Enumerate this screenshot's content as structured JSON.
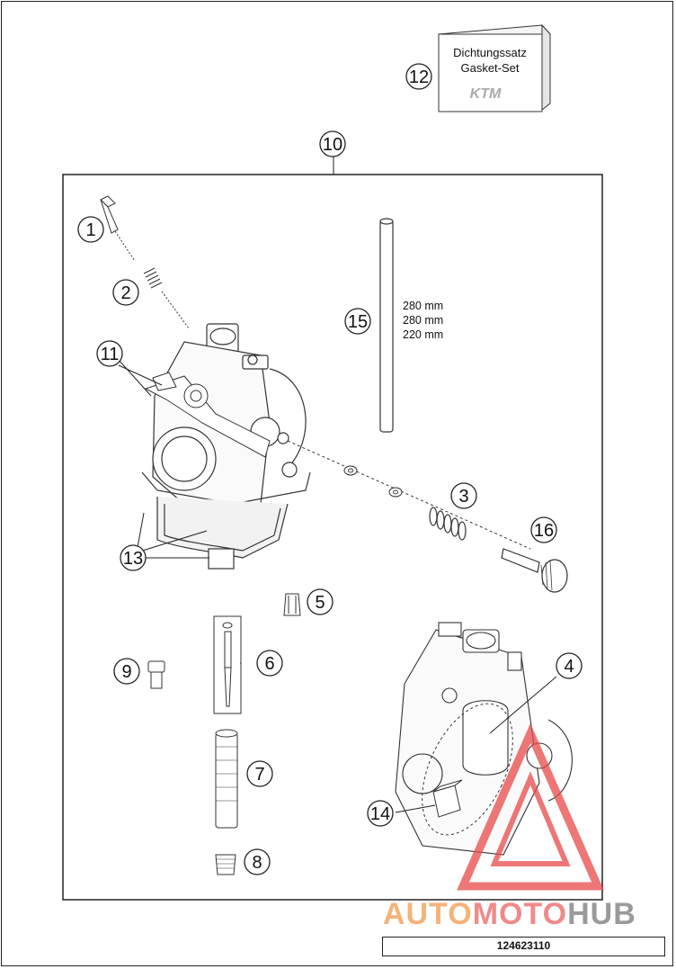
{
  "callouts": {
    "c1": "1",
    "c2": "2",
    "c3": "3",
    "c4": "4",
    "c5": "5",
    "c6": "6",
    "c7": "7",
    "c8": "8",
    "c9": "9",
    "c10": "10",
    "c11": "11",
    "c12": "12",
    "c13": "13",
    "c14": "14",
    "c15": "15",
    "c16": "16"
  },
  "gasket_box": {
    "line1": "Dichtungssatz",
    "line2": "Gasket-Set",
    "logo": "KTM"
  },
  "hose_lengths": [
    "280 mm",
    "280 mm",
    "220 mm"
  ],
  "watermark": {
    "part1": "AUTO",
    "part2": "MOTO",
    "part3": "HUB",
    "colors": {
      "auto": "#f5b27a",
      "moto": "#f08a8a",
      "hub": "#9a9a9a",
      "triangle": "#e84a4a"
    }
  },
  "footer": {
    "code": "124623110"
  }
}
